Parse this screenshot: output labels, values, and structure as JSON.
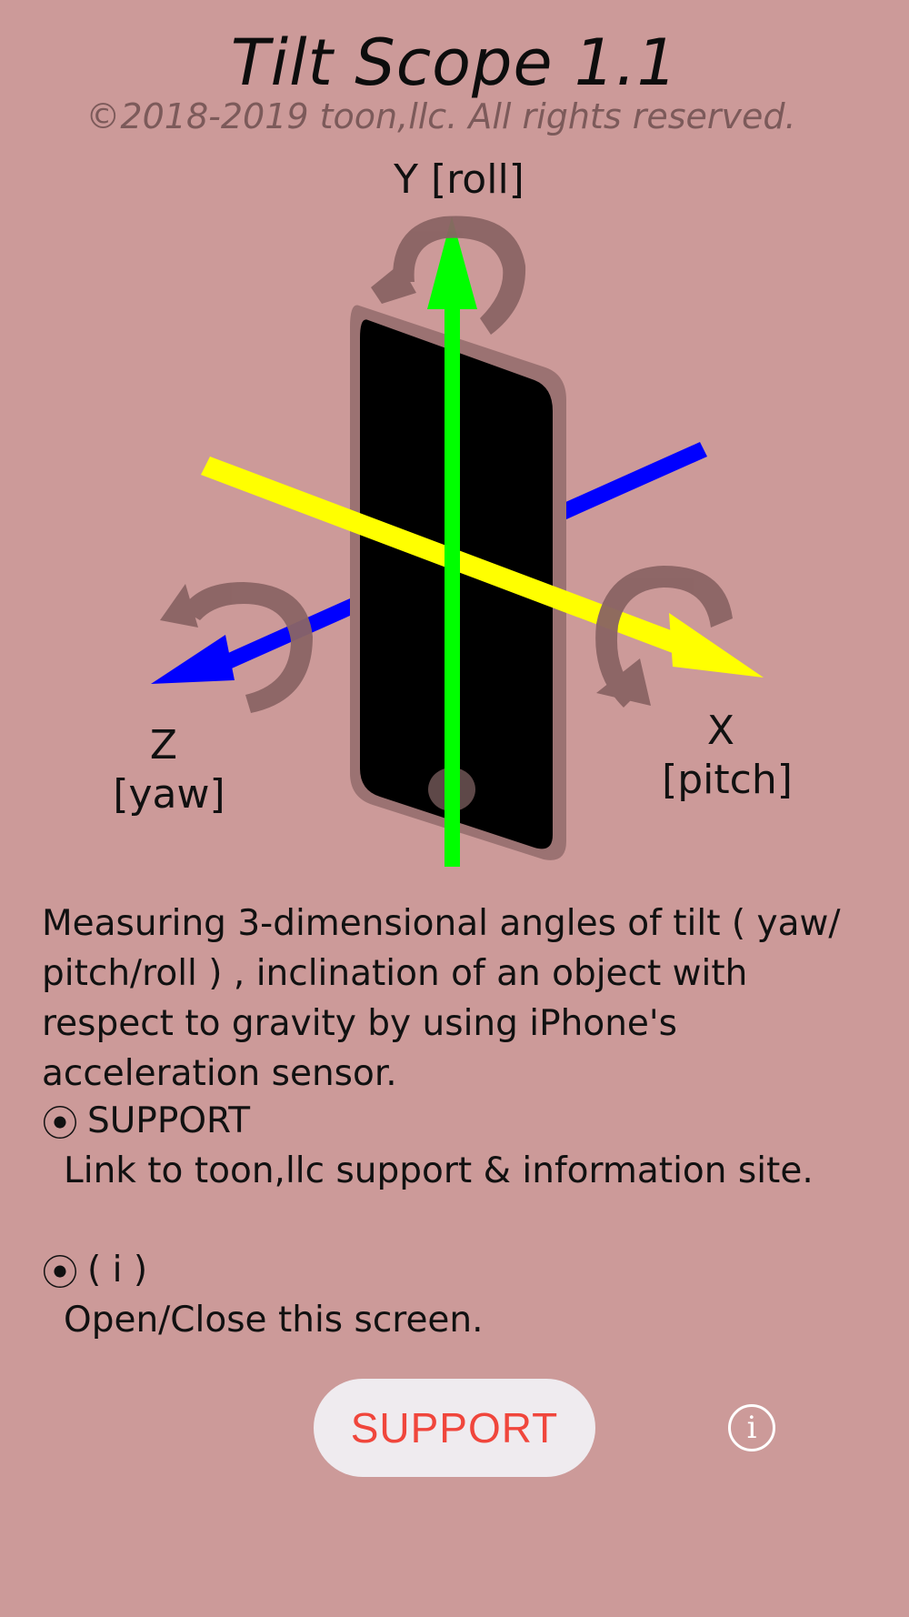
{
  "header": {
    "title": "Tilt Scope 1.1",
    "copyright": "©2018-2019 toon,llc. All rights reserved."
  },
  "diagram": {
    "label_y": "Y [roll]",
    "label_z_axis": "Z",
    "label_z_name": "[yaw]",
    "label_x_axis": "X",
    "label_x_name": "[pitch]",
    "colors": {
      "y_axis": "#00ff00",
      "x_axis": "#ffff00",
      "z_axis": "#0000ff",
      "rotation_arrow": "#8a6464",
      "phone": "#000000"
    }
  },
  "description": "Measuring 3-dimensional angles of tilt ( yaw/ pitch/roll ) , inclination of an object with respect to gravity by using iPhone's acceleration sensor.",
  "sections": [
    {
      "bullet": "⦿",
      "title": "SUPPORT",
      "body": "Link to toon,llc support & information site."
    },
    {
      "bullet": "⦿",
      "title": "( i )",
      "body": "Open/Close this screen."
    }
  ],
  "buttons": {
    "support_label": "SUPPORT",
    "info_label": "i",
    "support_color": "#f0463c"
  }
}
